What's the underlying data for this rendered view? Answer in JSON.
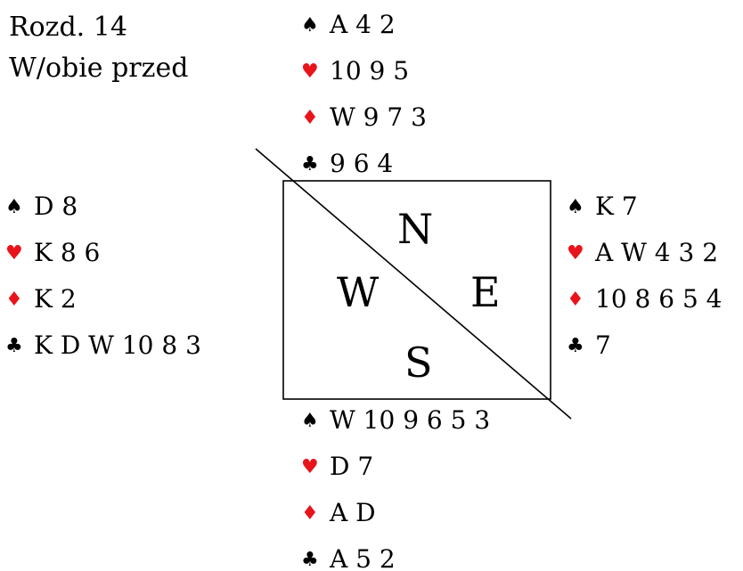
{
  "deal": {
    "board": "Rozd. 14",
    "vulnerability": "W/obie przed"
  },
  "compass": {
    "north": "N",
    "west": "W",
    "east": "E",
    "south": "S"
  },
  "suits": {
    "spades": {
      "symbol": "♠",
      "color": "#000000",
      "icon": "spade-icon"
    },
    "hearts": {
      "symbol": "♥",
      "color": "#e8141b",
      "icon": "heart-icon"
    },
    "diamonds": {
      "symbol": "♦",
      "color": "#e8141b",
      "icon": "diamond-icon"
    },
    "clubs": {
      "symbol": "♣",
      "color": "#000000",
      "icon": "club-icon"
    }
  },
  "hands": {
    "north": {
      "spades": "A 4 2",
      "hearts": "10 9 5",
      "diamonds": "W 9 7 3",
      "clubs": "9 6 4"
    },
    "west": {
      "spades": "D 8",
      "hearts": "K 8 6",
      "diamonds": "K 2",
      "clubs": "K D W 10 8 3"
    },
    "east": {
      "spades": "K 7",
      "hearts": "A W 4 3 2",
      "diamonds": "10 8 6 5 4",
      "clubs": "7"
    },
    "south": {
      "spades": "W 10 9 6 5 3",
      "hearts": "D 7",
      "diamonds": "A D",
      "clubs": "A 5 2"
    }
  }
}
